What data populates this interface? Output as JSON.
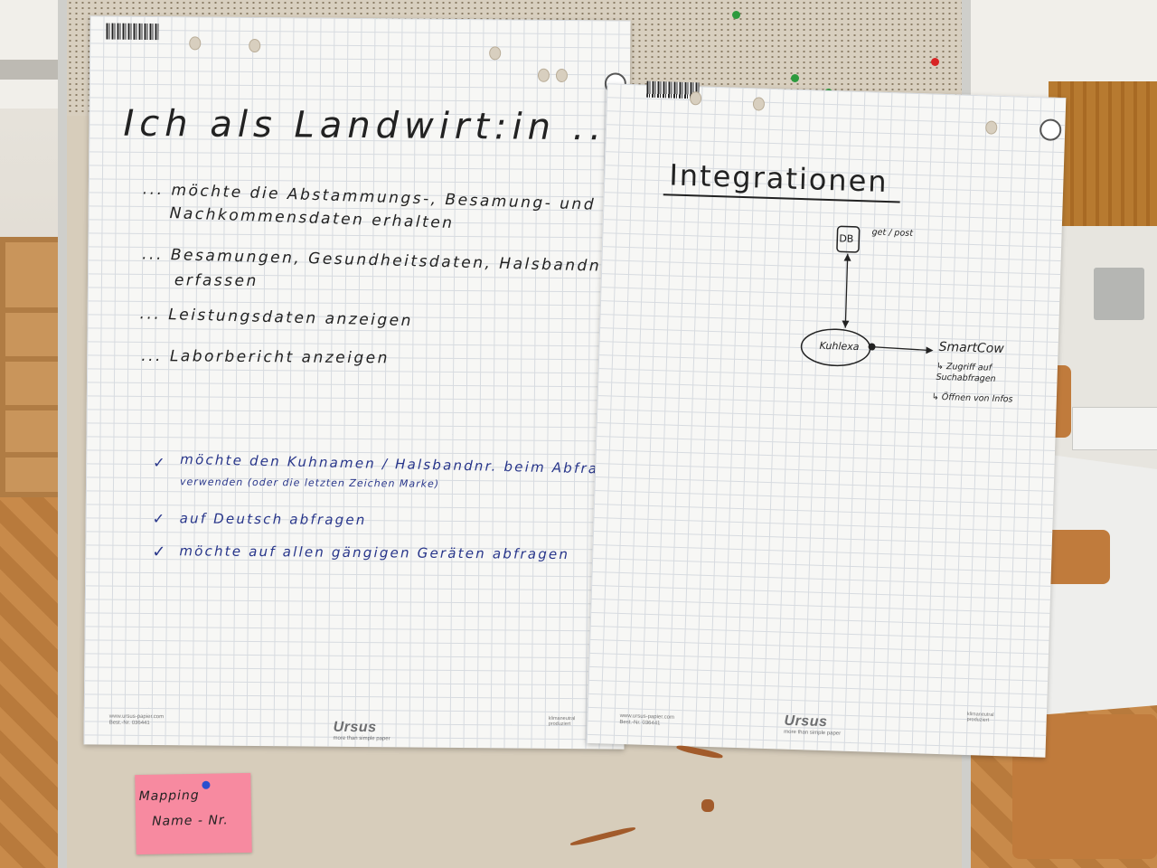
{
  "left_sheet": {
    "title": "Ich als Landwirt:in ....",
    "items_black": [
      {
        "line1": "... möchte die Abstammungs-, Besamung- und",
        "line2": "Nachkommensdaten erhalten"
      },
      {
        "line1": "... Besamungen, Gesundheitsdaten, Halsbandnr.",
        "line2": "erfassen"
      },
      {
        "line1": "... Leistungsdaten anzeigen",
        "line2": ""
      },
      {
        "line1": "... Laborbericht anzeigen",
        "line2": ""
      }
    ],
    "items_blue": [
      {
        "line1": "möchte den Kuhnamen / Halsbandnr. beim Abfragen",
        "line2": "verwenden (oder die letzten Zeichen Marke)"
      },
      {
        "line1": "auf Deutsch abfragen",
        "line2": ""
      },
      {
        "line1": "möchte auf allen gängigen Geräten abfragen",
        "line2": ""
      }
    ],
    "check_mark": "✓",
    "brand": "Ursus",
    "brand_tagline": "more than simple paper",
    "url": "www.ursus-papier.com",
    "order_no": "Best.-Nr. 036441",
    "badge": "klimaneutral produziert"
  },
  "right_sheet": {
    "title": "Integrationen",
    "db_label": "DB",
    "db_note": "get / post",
    "hub_label": "Kuhlexa",
    "target_label": "SmartCow",
    "target_notes": [
      "↳ Zugriff auf Suchabfragen",
      "↳ Öffnen von Infos"
    ],
    "brand": "Ursus",
    "brand_tagline": "more than simple paper",
    "url": "www.ursus-papier.com",
    "order_no": "Best.-Nr. 036441",
    "badge": "klimaneutral produziert"
  },
  "sticky_note": {
    "line1": "Mapping",
    "line2": "Name - Nr."
  },
  "colors": {
    "ink_black": "#222222",
    "ink_blue": "#27358a",
    "sticky": "#f78aa0"
  }
}
